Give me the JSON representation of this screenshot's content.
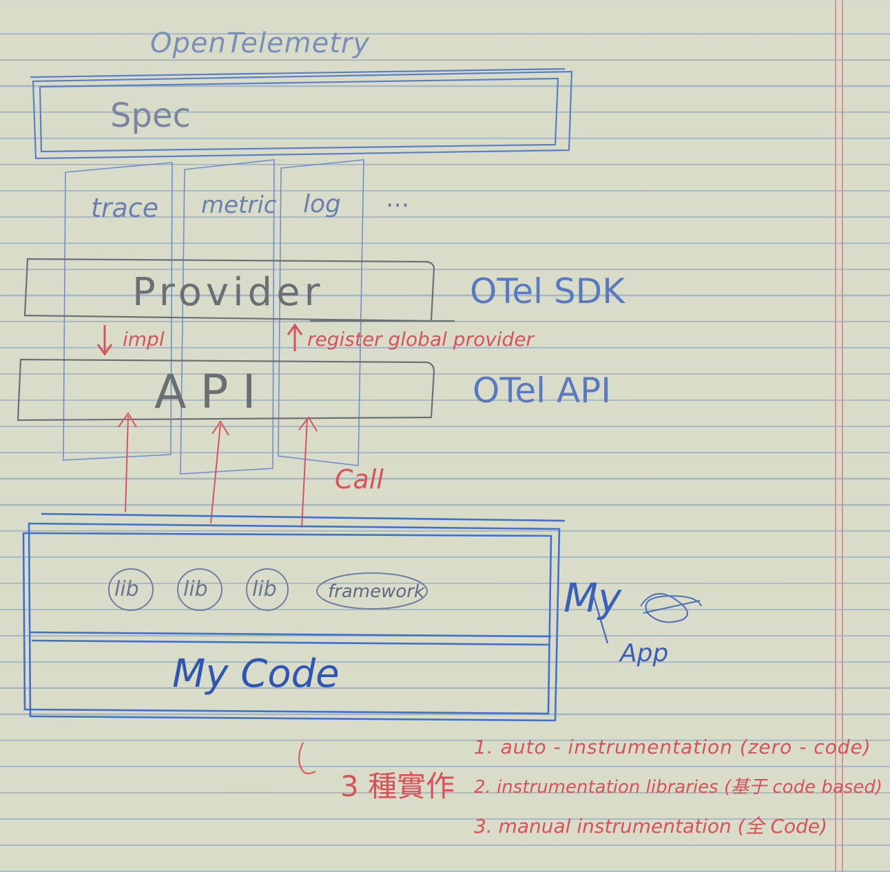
{
  "diagram": {
    "title": "OpenTelemetry",
    "spec": "Spec",
    "signals": [
      "trace",
      "metric",
      "log",
      "..."
    ],
    "provider": "Provider",
    "api": "API",
    "otel_sdk": "OTel SDK",
    "otel_api": "OTel API",
    "arrow_impl": "impl",
    "arrow_register": "register global provider",
    "arrow_call": "Call",
    "libs": [
      "lib",
      "lib",
      "lib"
    ],
    "framework": "framework",
    "my_code": "My Code",
    "my_app_1": "My",
    "my_app_2": "App",
    "impl_methods_label": "3 種實作",
    "methods": [
      "1. auto - instrumentation (zero - code)",
      "2. instrumentation libraries (基于 code based)",
      "3. manual instrumentation (全 Code)"
    ]
  },
  "colors": {
    "ink_blue": "#4d6fb8",
    "ink_gray": "#6a6f72",
    "ink_red": "#d8525a",
    "ruled_line": "#7896be",
    "margin_red": "#d9909a"
  }
}
